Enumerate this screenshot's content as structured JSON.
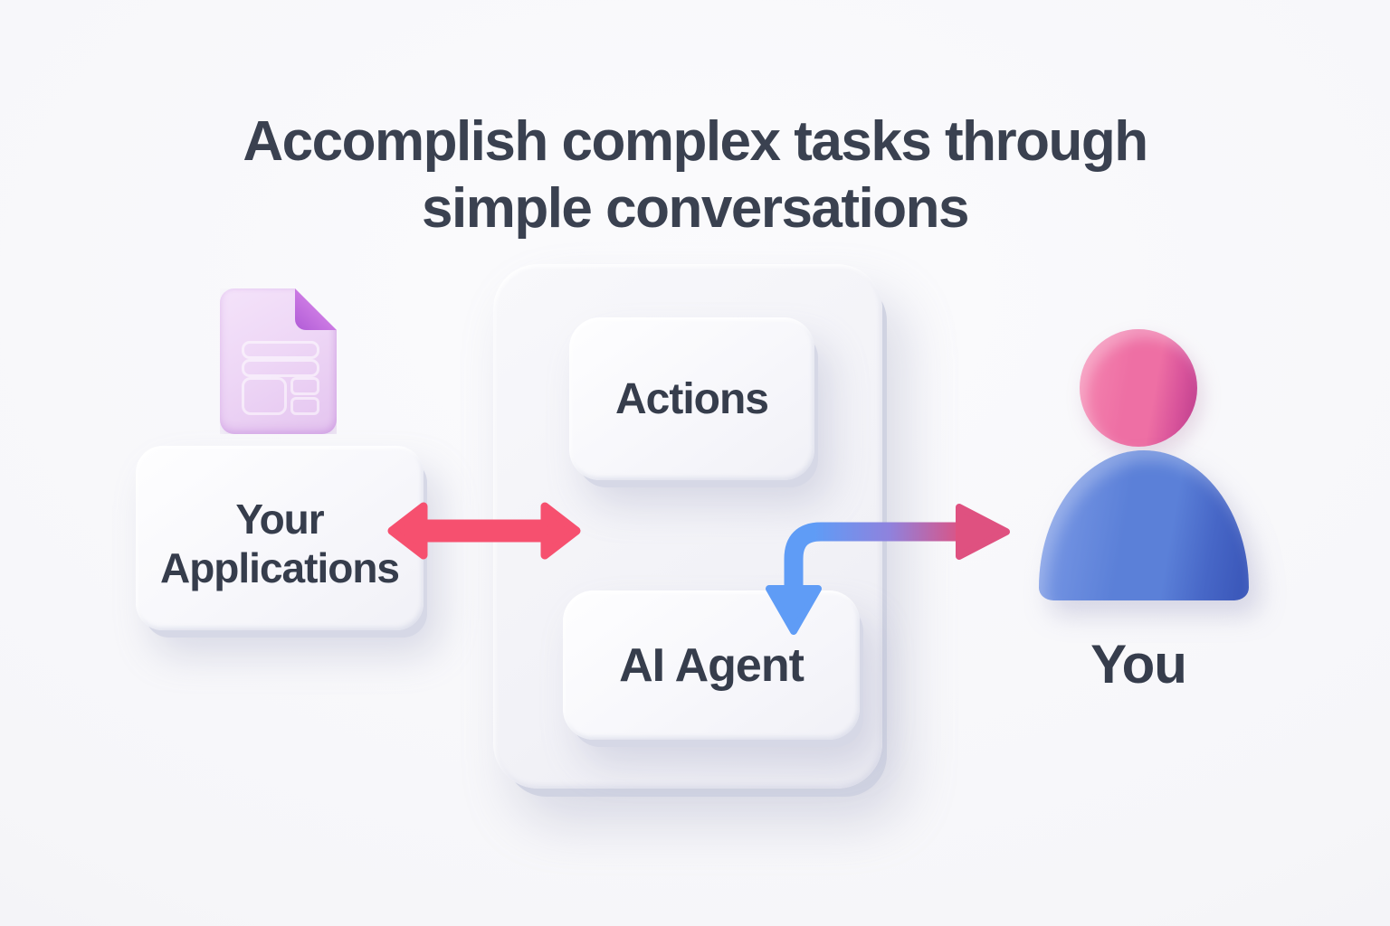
{
  "title": {
    "line1": "Accomplish complex tasks through",
    "line2": "simple conversations"
  },
  "diagram": {
    "applications": {
      "line1": "Your",
      "line2": "Applications",
      "icon": "document-icon"
    },
    "panel": {
      "actions_label": "Actions",
      "ai_agent_label": "AI Agent"
    },
    "you": {
      "label": "You",
      "icon": "person-icon"
    }
  },
  "connectors": {
    "apps_panel": {
      "type": "double-headed-horizontal-arrow",
      "from": "Your Applications",
      "to": "Agent panel",
      "color": "#f6506f"
    },
    "agent_you": {
      "type": "elbow-double-headed-arrow",
      "from": "AI Agent",
      "to": "You",
      "color_start": "#5f9cf6",
      "color_end": "#df5180"
    }
  },
  "colors": {
    "background": "#f6f6f9",
    "title-text": "#3a4150",
    "node-text": "#363d4c",
    "arrow-red": "#f6506f",
    "arrow-blue": "#5f9cf6",
    "arrow-pink": "#df5180",
    "doc-body": "#eed7f6",
    "doc-fold": "#b05bd6",
    "head-pink": "#ee6fa4",
    "head-pink-dark": "#c2418f",
    "body-blue": "#5b80d8",
    "body-blue-dark": "#3c59bb",
    "slab-edge": "#d6d8e6",
    "panel-edge": "#d0d3e2"
  }
}
